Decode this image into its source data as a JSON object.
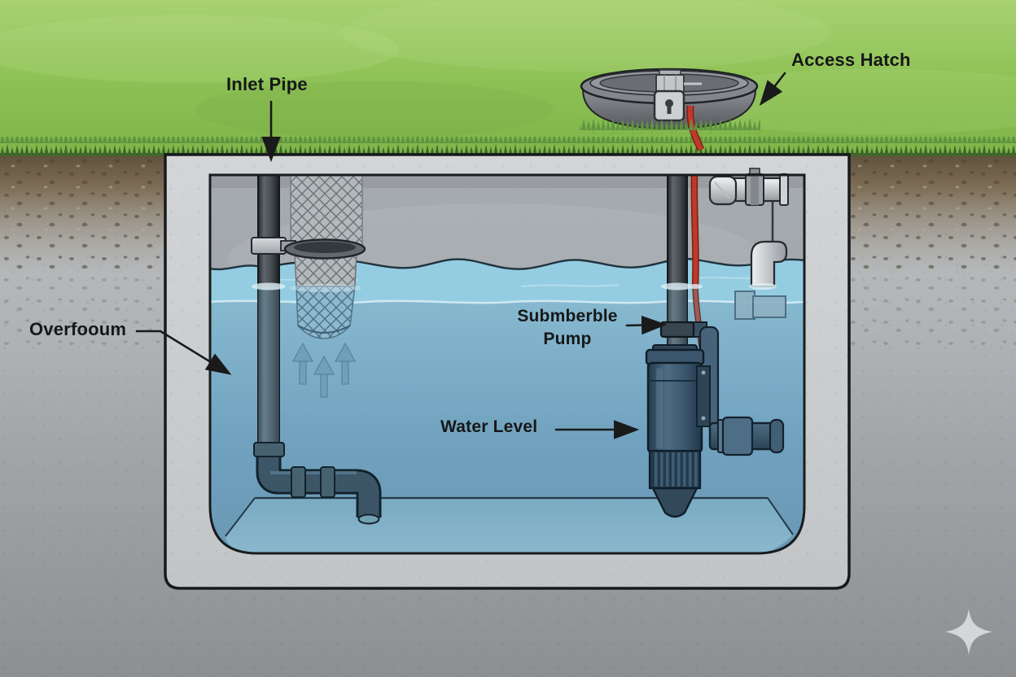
{
  "diagram": {
    "type": "cutaway-illustration",
    "subject": "underground rainwater storage tank with submersible pump",
    "labels": {
      "inlet_pipe": "Inlet Pipe",
      "access_hatch": "Access Hatch",
      "overflow": "Overfooum",
      "pump_line1": "Submberble",
      "pump_line2": "Pump",
      "water_level": "Water Level"
    },
    "icons": {
      "watermark": "sparkle-icon",
      "lock": "padlock-icon",
      "flow": "up-arrow-icons"
    },
    "colors": {
      "grass": "#8cc054",
      "soil": "#6b5b45",
      "underground": "#aeb1b4",
      "concrete": "#c9cccf",
      "water_surface": "#94cde1",
      "water_deep": "#6fa1be",
      "pipe_dark": "#454c52",
      "pipe_silver": "#c9ccce",
      "pump_body": "#3a566c",
      "cable_red": "#bf3a2b",
      "label_text": "#171717"
    }
  }
}
